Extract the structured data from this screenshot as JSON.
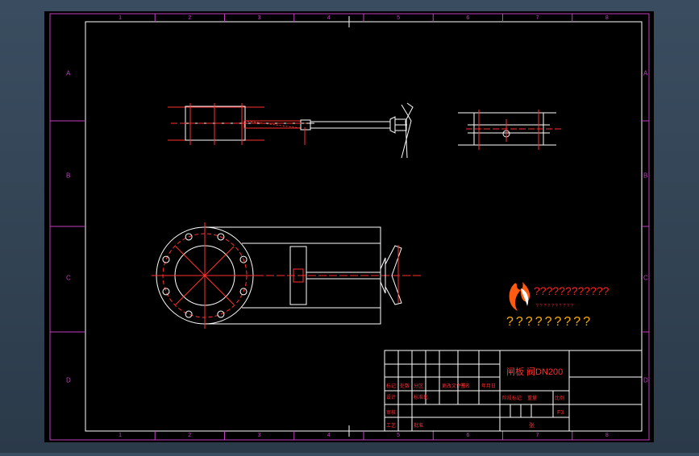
{
  "drawing": {
    "background": "#000000",
    "frame_color": "#c040c0",
    "part_color": "#ffffff",
    "center_line_color": "#ff2020",
    "text_color": "#ff3030",
    "col_labels": [
      "1",
      "2",
      "3",
      "4",
      "5",
      "6",
      "7",
      "8"
    ],
    "row_labels": [
      "A",
      "B",
      "C",
      "D"
    ]
  },
  "logo": {
    "text_line1": "????????????",
    "text_line2": "??????????",
    "text_line3": "?????????"
  },
  "title_block": {
    "drawing_title": "闸板 阀DN200",
    "cells_left": [
      "标记",
      "处数",
      "分区",
      "更改文件号",
      "签名",
      "年月日"
    ],
    "cells_left_row2": [
      "设计",
      "标准化",
      "阶段标记",
      "重量",
      "比例"
    ],
    "cells_left_row3": [
      "审核"
    ],
    "cells_left_row4": [
      "工艺",
      "批准"
    ],
    "small_mark": "F3",
    "sheet_label": "张"
  }
}
